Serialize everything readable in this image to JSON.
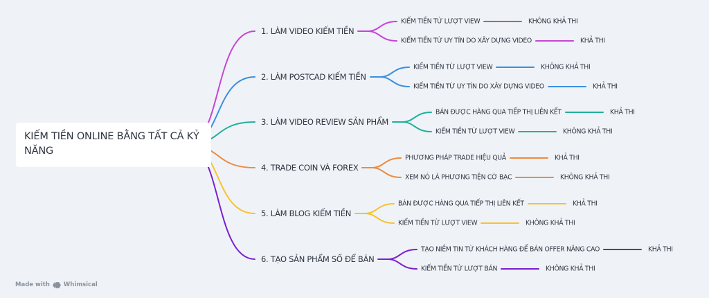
{
  "root": {
    "label": "KIẾM TIỀN ONLINE BẰNG TẤT CẢ KỶ NĂNG"
  },
  "branches": [
    {
      "label": "1.  LÀM VIDEO KIẾM TIỀN",
      "color": "#c744d6",
      "children": [
        {
          "label": "KIẾM TIỀN TỪ LƯỢT VIEW",
          "result": "KHÔNG KHẢ THI"
        },
        {
          "label": "KIẾM TIỀN TỪ UY TÍN DO XÂY DỰNG VIDEO",
          "result": "KHẢ THI"
        }
      ]
    },
    {
      "label": "2.  LÀM POSTCAD KIẾM TIỀN",
      "color": "#3b8ee0",
      "children": [
        {
          "label": "KIẾM TIỀN TỪ LƯỢT VIEW",
          "result": "KHÔNG KHẢ THI"
        },
        {
          "label": "KIẾM TIỀN TỪ UY TÍN DO XÂY DỰNG VIDEO",
          "result": "KHẢ THI"
        }
      ]
    },
    {
      "label": "3.  LÀM VIDEO REVIEW SẢN PHẨM",
      "color": "#20b09c",
      "children": [
        {
          "label": "BÁN ĐƯỢC HÀNG QUA TIẾP THỊ LIÊN KẾT",
          "result": "KHẢ THI"
        },
        {
          "label": "KIẾM TIỀN TỪ LƯỢT VIEW",
          "result": "KHÔNG KHẢ THI"
        }
      ]
    },
    {
      "label": "4.  TRADE COIN VÀ FOREX",
      "color": "#ee8a3e",
      "children": [
        {
          "label": "PHƯƠNG PHÁP TRADE HIỆU QUẢ",
          "result": "KHẢ THI"
        },
        {
          "label": "XEM NÓ LÀ PHƯƠNG TIỆN CỜ BẠC",
          "result": "KHÔNG KHẢ THI"
        }
      ]
    },
    {
      "label": "5.  LÀM BLOG KIẾM TIỀN",
      "color": "#f6c230",
      "children": [
        {
          "label": "BÁN ĐƯỢC HÀNG QUA TIẾP THỊ LIÊN KẾT",
          "result": "KHẢ THI"
        },
        {
          "label": "KIẾM TIỀN TỪ LƯỢT VIEW",
          "result": "KHÔNG KHẢ THI"
        }
      ]
    },
    {
      "label": "6.  TẠO SẢN PHẨM SỐ ĐỂ BÁN",
      "color": "#7a1fce",
      "children": [
        {
          "label": "TẠO NIỀM TIN TỪ KHÁCH HÀNG ĐỂ BÁN OFFER NÂNG CAO",
          "result": "KHẢ THI"
        },
        {
          "label": "KIẾM TIỀN TỪ LƯỢT BÁN",
          "result": "KHÔNG KHẢ THI"
        }
      ]
    }
  ],
  "footer": {
    "made_with": "Made with",
    "brand": "Whimsical"
  }
}
